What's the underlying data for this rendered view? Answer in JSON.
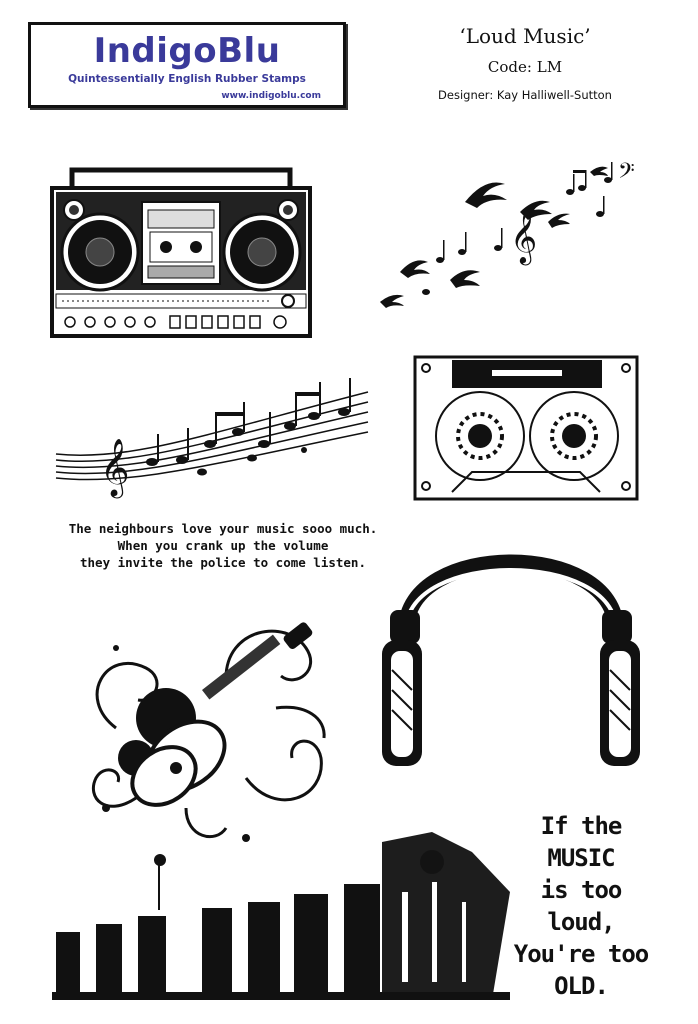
{
  "logo": {
    "brand": "IndigoBlu",
    "tagline": "Quintessentially English Rubber Stamps",
    "url": "www.indigoblu.com"
  },
  "product": {
    "title": "‘Loud Music’",
    "code": "Code: LM",
    "designer": "Designer: Kay Halliwell-Sutton"
  },
  "quote_neighbours": {
    "line1": "The neighbours love your music sooo much.",
    "line2": "When you crank up the volume",
    "line3": "they invite the police to come listen."
  },
  "quote_loud": {
    "line1": "If the",
    "line2": "MUSIC",
    "line3": "is too loud,",
    "line4": "You're too",
    "line5": "OLD."
  },
  "images": [
    "boombox",
    "birds-and-music-notes",
    "music-staff",
    "cassette-tape",
    "headphones",
    "guitar-with-swirls",
    "distressed-piano-keys"
  ],
  "colors": {
    "brand": "#3a3a9a",
    "ink": "#111111",
    "background": "#ffffff"
  }
}
